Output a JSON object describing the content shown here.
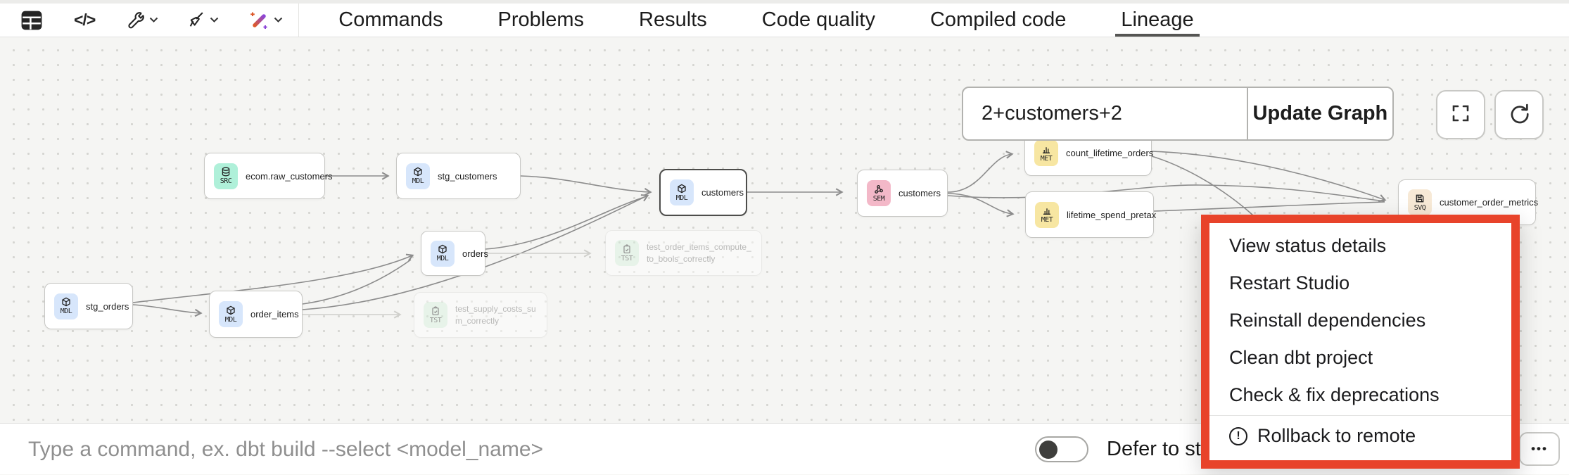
{
  "toolbar": {
    "icons": [
      "table-icon",
      "code-icon",
      "wrench-icon",
      "broom-icon",
      "magic-wand-icon"
    ],
    "code_glyph": "</>"
  },
  "tabs": {
    "items": [
      {
        "label": "Commands",
        "active": false
      },
      {
        "label": "Problems",
        "active": false
      },
      {
        "label": "Results",
        "active": false
      },
      {
        "label": "Code quality",
        "active": false
      },
      {
        "label": "Compiled code",
        "active": false
      },
      {
        "label": "Lineage",
        "active": true
      }
    ]
  },
  "lineage": {
    "selector_value": "2+customers+2",
    "update_graph_label": "Update Graph",
    "type_colors": {
      "SRC": "#aff0d9",
      "MDL": "#d7e6fb",
      "SEM": "#f3b8c8",
      "MET": "#f7e6a2",
      "SVQ": "#f7e9d6",
      "TST": "#d7f1dd"
    },
    "nodes": [
      {
        "type": "SRC",
        "label": "ecom.raw_customers"
      },
      {
        "type": "MDL",
        "label": "stg_customers"
      },
      {
        "type": "MDL",
        "label": "customers",
        "selected": true
      },
      {
        "type": "SEM",
        "label": "customers"
      },
      {
        "type": "MET",
        "label": "count_lifetime_orders"
      },
      {
        "type": "MET",
        "label": "lifetime_spend_pretax"
      },
      {
        "type": "SVQ",
        "label": "customer_order_metrics"
      },
      {
        "type": "MDL",
        "label": "orders"
      },
      {
        "type": "TST",
        "label": "test_order_items_compute_to_bools_correctly",
        "faded": true
      },
      {
        "type": "MDL",
        "label": "stg_orders"
      },
      {
        "type": "MDL",
        "label": "order_items"
      },
      {
        "type": "TST",
        "label": "test_supply_costs_sum_correctly",
        "faded": true
      }
    ]
  },
  "context_menu": {
    "highlight_color": "#e8432a",
    "items": [
      {
        "label": "View status details"
      },
      {
        "label": "Restart Studio"
      },
      {
        "label": "Reinstall dependencies"
      },
      {
        "label": "Clean dbt project"
      },
      {
        "label": "Check & fix deprecations"
      },
      {
        "label": "Rollback to remote",
        "icon": "warning"
      }
    ],
    "warning_glyph": "!"
  },
  "command_bar": {
    "placeholder": "Type a command, ex. dbt build --select <model_name>",
    "defer_label": "Defer to sta",
    "more_label": "•••"
  }
}
